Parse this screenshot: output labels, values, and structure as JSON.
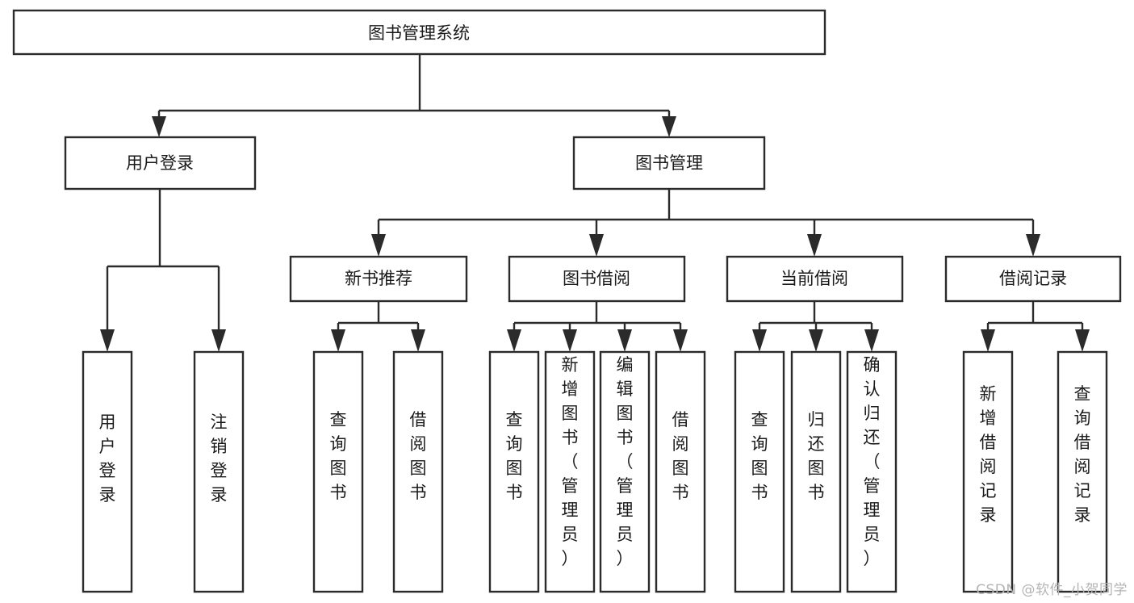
{
  "diagram": {
    "type": "tree-hierarchy",
    "title": "图书管理系统",
    "orientation": "top-down",
    "colors": {
      "background": "#ffffff",
      "box_fill": "#ffffff",
      "box_stroke": "#2b2b2b",
      "connector": "#2b2b2b",
      "text": "#1a1a1a",
      "watermark": "#b4b4b4"
    },
    "root": {
      "label": "图书管理系统"
    },
    "level2": [
      {
        "label": "用户登录"
      },
      {
        "label": "图书管理"
      }
    ],
    "level3": [
      {
        "label": "新书推荐"
      },
      {
        "label": "图书借阅"
      },
      {
        "label": "当前借阅"
      },
      {
        "label": "借阅记录"
      }
    ],
    "leaves": {
      "user_login": [
        {
          "label": "用户登录"
        },
        {
          "label": "注销登录"
        }
      ],
      "new_book_recommend": [
        {
          "label": "查询图书"
        },
        {
          "label": "借阅图书"
        }
      ],
      "book_borrow": [
        {
          "label": "查询图书"
        },
        {
          "label": "新增图书（管理员）"
        },
        {
          "label": "编辑图书（管理员）"
        },
        {
          "label": "借阅图书"
        }
      ],
      "current_borrow": [
        {
          "label": "查询图书"
        },
        {
          "label": "归还图书"
        },
        {
          "label": "确认归还（管理员）"
        }
      ],
      "borrow_record": [
        {
          "label": "新增借阅记录"
        },
        {
          "label": "查询借阅记录"
        }
      ]
    }
  },
  "watermark": {
    "text": "CSDN @软件_小贺同学"
  }
}
